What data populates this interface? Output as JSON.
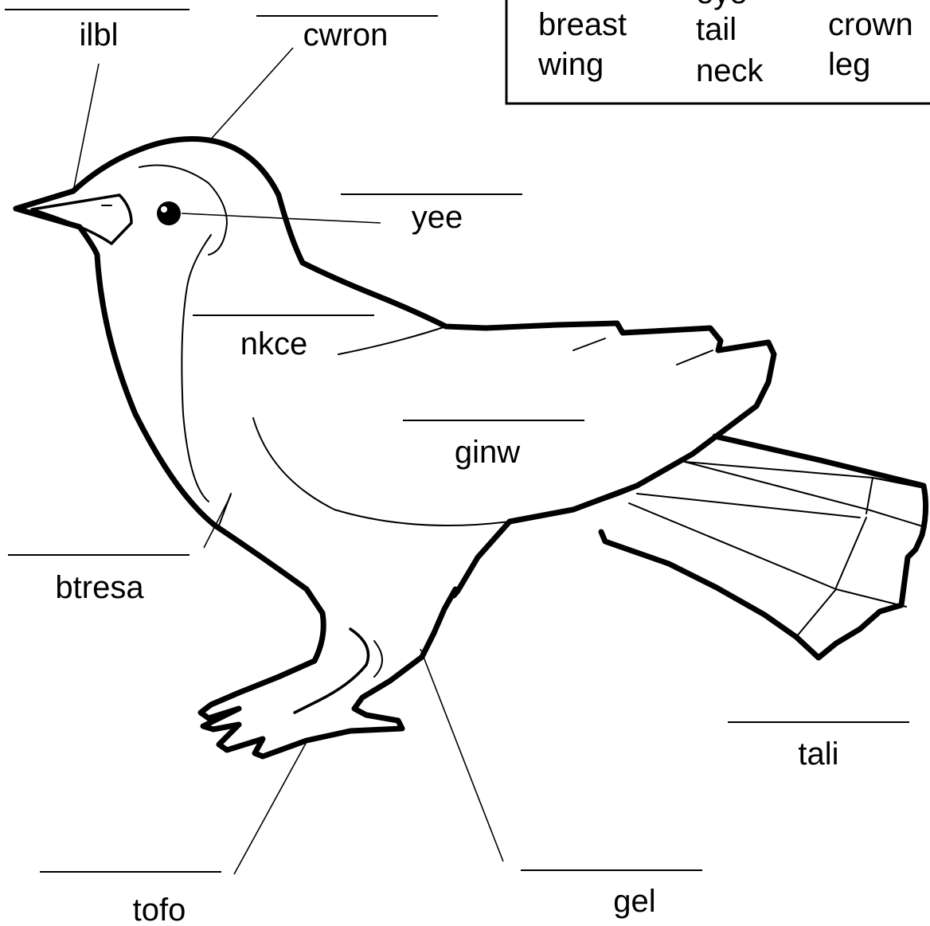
{
  "word_bank": {
    "words": [
      "eye",
      "breast",
      "wing",
      "tail",
      "neck",
      "crown",
      "leg"
    ]
  },
  "labels": {
    "bill": "ilbl",
    "crown": "cwron",
    "eye": "yee",
    "neck": "nkce",
    "wing": "ginw",
    "breast": "btresa",
    "tail": "tali",
    "foot": "tofo",
    "leg": "gel"
  },
  "colors": {
    "ink": "#000000",
    "paper": "#ffffff"
  }
}
